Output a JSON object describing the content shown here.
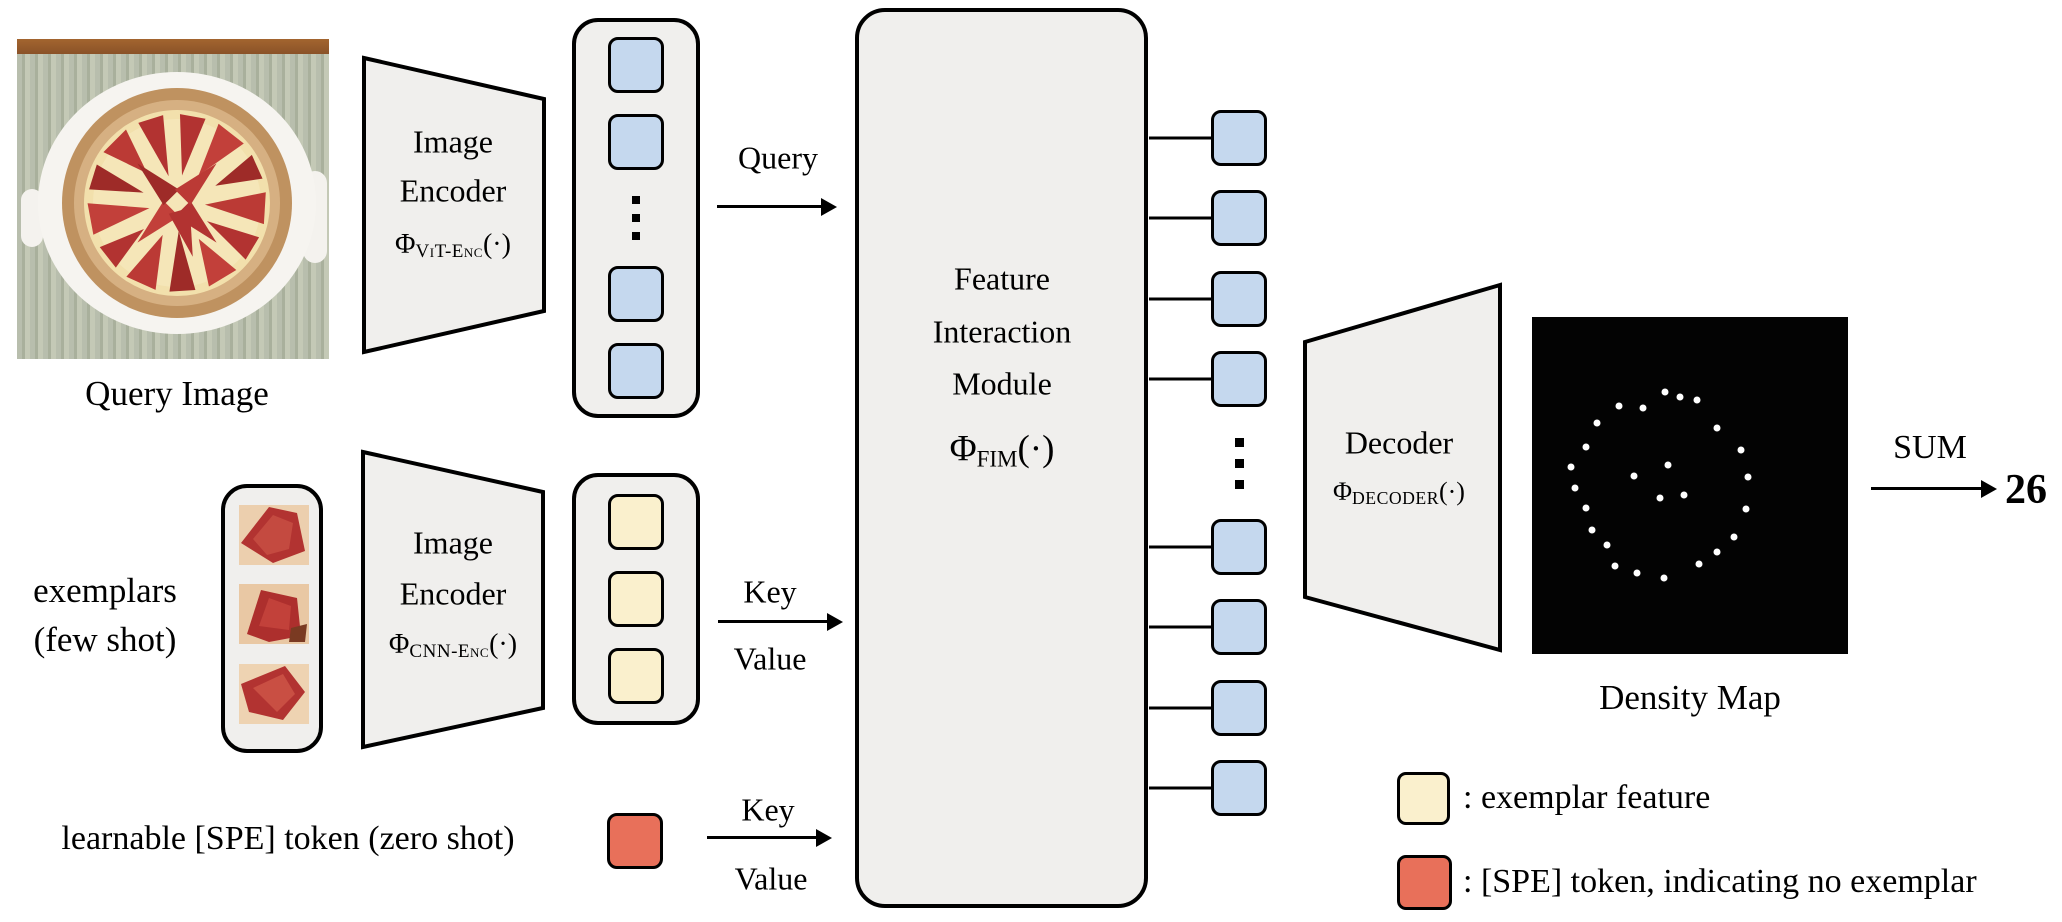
{
  "colors": {
    "box_fill": "#f0efed",
    "outline": "#000000",
    "token_blue": "#c5d8ee",
    "token_cream": "#faf0cd",
    "token_red": "#e8705a",
    "map_background": "#030303",
    "map_dot": "#ffffff"
  },
  "query_image": {
    "caption": "Query Image"
  },
  "exemplars": {
    "line1": "exemplars",
    "line2": "(few shot)"
  },
  "spe": {
    "label": "learnable [SPE] token (zero shot)"
  },
  "encoder_vit": {
    "line1": "Image",
    "line2": "Encoder",
    "phi": "Φ",
    "sub": "ViT-Enc",
    "args": "(·)"
  },
  "encoder_cnn": {
    "line1": "Image",
    "line2": "Encoder",
    "phi": "Φ",
    "sub": "CNN-Enc",
    "args": "(·)"
  },
  "fim": {
    "line1": "Feature",
    "line2": "Interaction",
    "line3": "Module",
    "phi": "Φ",
    "sub": "FIM",
    "args": "(·)"
  },
  "decoder": {
    "title": "Decoder",
    "phi": "Φ",
    "sub": "DECODER",
    "args": "(·)"
  },
  "arrows": {
    "query": "Query",
    "key_mid": "Key",
    "value_mid": "Value",
    "key_bottom": "Key",
    "value_bottom": "Value",
    "sum": "SUM",
    "count": "26"
  },
  "density_map": {
    "caption": "Density Map",
    "dots": [
      [
        42.0,
        22.2
      ],
      [
        46.9,
        23.7
      ],
      [
        52.2,
        24.7
      ],
      [
        27.6,
        26.5
      ],
      [
        35.0,
        27.0
      ],
      [
        20.5,
        31.5
      ],
      [
        58.4,
        32.8
      ],
      [
        17.1,
        38.6
      ],
      [
        66.0,
        39.4
      ],
      [
        12.3,
        44.4
      ],
      [
        42.9,
        43.8
      ],
      [
        32.4,
        47.1
      ],
      [
        68.4,
        47.6
      ],
      [
        13.7,
        50.8
      ],
      [
        48.1,
        52.7
      ],
      [
        40.5,
        53.6
      ],
      [
        17.1,
        56.8
      ],
      [
        67.7,
        56.9
      ],
      [
        19.0,
        63.2
      ],
      [
        63.9,
        65.3
      ],
      [
        23.7,
        67.7
      ],
      [
        58.6,
        69.6
      ],
      [
        26.2,
        73.9
      ],
      [
        52.7,
        73.4
      ],
      [
        33.3,
        76.0
      ],
      [
        41.9,
        77.3
      ]
    ]
  },
  "legend": {
    "row1": ": exemplar feature",
    "row2": ": [SPE] token, indicating no exemplar"
  },
  "token_columns": {
    "query": [
      "token",
      "token",
      "dots",
      "token",
      "token"
    ],
    "exemplar": [
      "token",
      "token",
      "token"
    ],
    "output": [
      "token",
      "token",
      "token",
      "token",
      "dots",
      "token",
      "token",
      "token",
      "token"
    ]
  }
}
